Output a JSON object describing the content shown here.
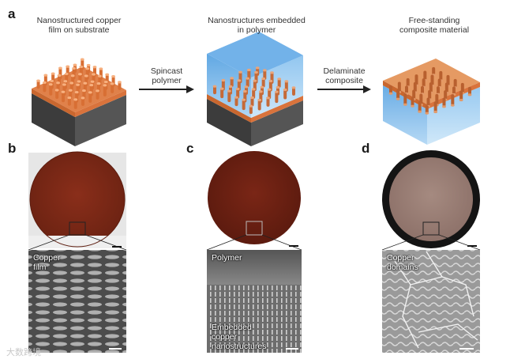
{
  "panels": {
    "a": {
      "letter": "a",
      "step1_caption": "Nanostructured copper\nfilm on substrate",
      "step2_caption": "Nanostructures embedded\nin polymer",
      "step3_caption": "Free-standing\ncomposite material",
      "arrow1_label": "Spincast\npolymer",
      "arrow2_label": "Delaminate\ncomposite"
    },
    "b": {
      "letter": "b",
      "sem_label": "Copper\nfilm"
    },
    "c": {
      "letter": "c",
      "sem_label_top": "Polymer",
      "sem_label_bottom": "Embedded\ncopper\nnanostructures"
    },
    "d": {
      "letter": "d",
      "sem_label": "Copper\ndomains"
    }
  },
  "watermark": "大数跨境",
  "colors": {
    "copper": "#e0814a",
    "copper_dark": "#b5592a",
    "substrate": "#4a4a4a",
    "polymer": "#7fb6e6",
    "wafer": "#7a2a1a"
  }
}
